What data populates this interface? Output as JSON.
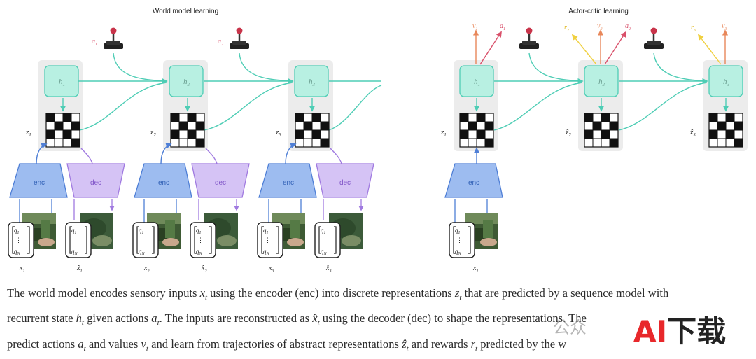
{
  "titles": {
    "world": "World model learning",
    "actor": "Actor-critic learning"
  },
  "labels": {
    "h1": "h",
    "h2": "h",
    "h3": "h",
    "sub1": "1",
    "sub2": "2",
    "sub3": "3",
    "z": "z",
    "zhat": "ẑ",
    "x": "x",
    "xhat": "x̂",
    "a": "a",
    "v": "v",
    "r": "r",
    "enc": "enc",
    "dec": "dec",
    "q1": "q",
    "qn": "q",
    "qsub1": "1",
    "qsubN": "N",
    "vdots": "⋮"
  },
  "caption": {
    "l1a": "The world model encodes sensory inputs ",
    "l1b": " using the encoder (enc) into discrete representations ",
    "l1c": " that are predicted by a sequence model with",
    "l2a": "recurrent state ",
    "l2b": " given actions ",
    "l2c": ". The inputs are reconstructed as ",
    "l2d": " using the decoder (dec) to shape the representations. The",
    "l3a": "predict actions ",
    "l3b": " and values ",
    "l3c": " and learn from trajectories of abstract representations ",
    "l3d": " and rewards ",
    "l3e": " predicted by the w",
    "sym_x": "x",
    "sym_z": "z",
    "sym_h": "h",
    "sym_a": "a",
    "sym_xhat": "x̂",
    "sym_v": "v",
    "sym_zhat": "ẑ",
    "sym_r": "r",
    "sub_t": "t"
  },
  "watermark": {
    "zh": "公众",
    "ai_a": "AI",
    "ai_b": "下载"
  },
  "colors": {
    "teal": "#4ecdb5",
    "teal_fill": "#b8f0e2",
    "blue": "#4f7fd6",
    "blue_fill": "#9dbcf0",
    "purple": "#a07ae0",
    "purple_fill": "#d5c3f5",
    "action_red": "#d9506a",
    "value_orange": "#e8875a",
    "reward_yellow": "#f0d040",
    "panel_grey": "#ececec"
  }
}
